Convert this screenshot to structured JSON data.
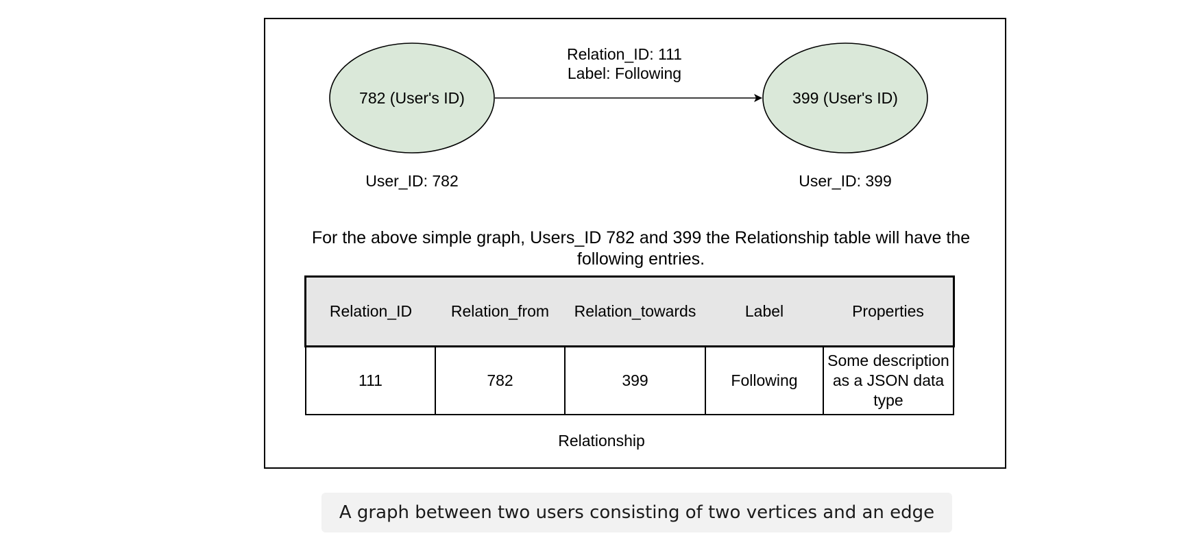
{
  "graph": {
    "nodes": [
      {
        "label": "782 (User's ID)",
        "sublabel": "User_ID: 782"
      },
      {
        "label": "399 (User's ID)",
        "sublabel": "User_ID: 399"
      }
    ],
    "edge": {
      "line1": "Relation_ID: 111",
      "line2": "Label: Following"
    },
    "node_fill": "#dae8d9",
    "stroke": "#000000"
  },
  "description": "For the above simple graph,  Users_ID 782 and 399 the Relationship table will have the following entries.",
  "table": {
    "headers": [
      "Relation_ID",
      "Relation_from",
      "Relation_towards",
      "Label",
      "Properties"
    ],
    "row": [
      "111",
      "782",
      "399",
      "Following",
      "Some description as a JSON data type"
    ],
    "caption": "Relationship",
    "header_bg": "#e6e6e6"
  },
  "figure_caption": "A graph between two users consisting of two vertices and an edge"
}
